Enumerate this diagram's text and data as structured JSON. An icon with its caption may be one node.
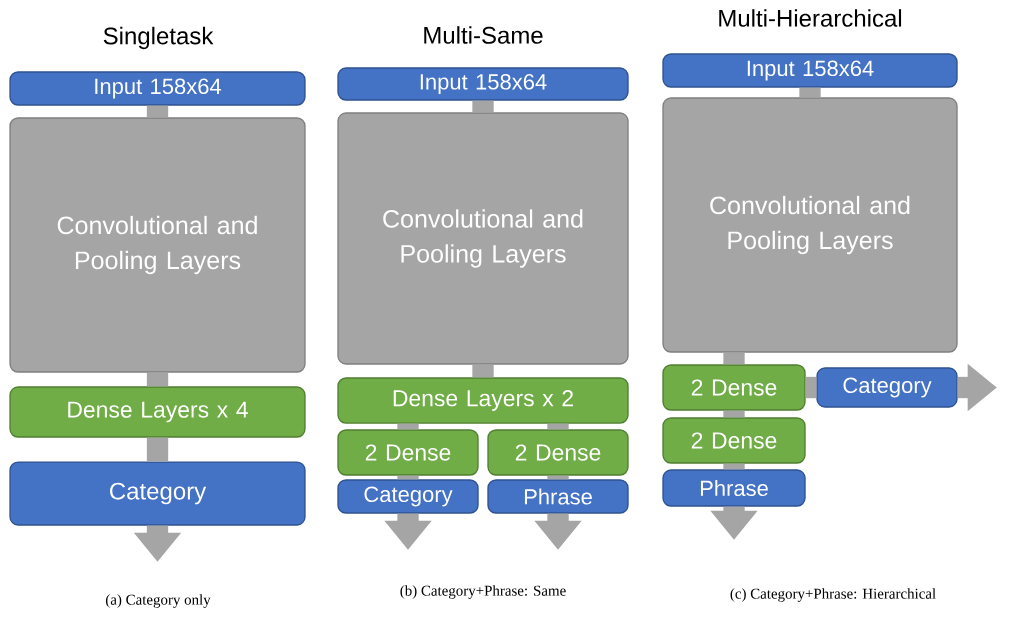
{
  "diagram": {
    "nodes": [
      {
        "text": [
          "Input 158x64"
        ]
      },
      {
        "text": [
          "Convolutional and Pooling Layers"
        ]
      },
      {
        "text": [
          "Dense Layers x 4"
        ]
      },
      {
        "text": [
          "Category"
        ]
      },
      {
        "text": [
          "Input 158x64"
        ]
      },
      {
        "text": [
          "Convolutional and Pooling Layers"
        ]
      },
      {
        "text": [
          "Dense Layers x 2"
        ]
      },
      {
        "text": [
          "2 Dense"
        ]
      },
      {
        "text": [
          "2 Dense"
        ]
      },
      {
        "text": [
          "Category"
        ]
      },
      {
        "text": [
          "Phrase"
        ]
      },
      {
        "text": [
          "Input 158x64"
        ]
      },
      {
        "text": [
          "Convolutional and Pooling Layers"
        ]
      },
      {
        "text": [
          "2 Dense"
        ]
      },
      {
        "text": [
          "Category"
        ]
      },
      {
        "text": [
          "2 Dense"
        ]
      },
      {
        "text": [
          "Phrase"
        ]
      }
    ],
    "edges": [
      {
        "from": 0,
        "to": 1,
        "arrow": "none"
      },
      {
        "from": 1,
        "to": 2,
        "arrow": "none"
      },
      {
        "from": 2,
        "to": 3,
        "arrow": "none"
      },
      {
        "from": 3,
        "to": null,
        "arrow": "to"
      },
      {
        "from": 4,
        "to": 5,
        "arrow": "none"
      },
      {
        "from": 5,
        "to": 6,
        "arrow": "none"
      },
      {
        "from": 6,
        "to": 7,
        "arrow": "none"
      },
      {
        "from": 6,
        "to": 8,
        "arrow": "none"
      },
      {
        "from": 7,
        "to": 9,
        "arrow": "none"
      },
      {
        "from": 8,
        "to": 10,
        "arrow": "none"
      },
      {
        "from": 9,
        "to": null,
        "arrow": "to"
      },
      {
        "from": 10,
        "to": null,
        "arrow": "to"
      },
      {
        "from": 11,
        "to": 12,
        "arrow": "none"
      },
      {
        "from": 12,
        "to": 13,
        "arrow": "none"
      },
      {
        "from": 13,
        "to": 14,
        "arrow": "none"
      },
      {
        "from": 14,
        "to": null,
        "arrow": "to"
      },
      {
        "from": 13,
        "to": 15,
        "arrow": "none"
      },
      {
        "from": 15,
        "to": 16,
        "arrow": "none"
      },
      {
        "from": 16,
        "to": null,
        "arrow": "to"
      }
    ],
    "labels": [
      "Singletask",
      "Multi-Same",
      "Multi-Hierarchical",
      "(a) Category only",
      "(b) Category+Phrase: Same",
      "(c) Category+Phrase: Hierarchical"
    ]
  }
}
